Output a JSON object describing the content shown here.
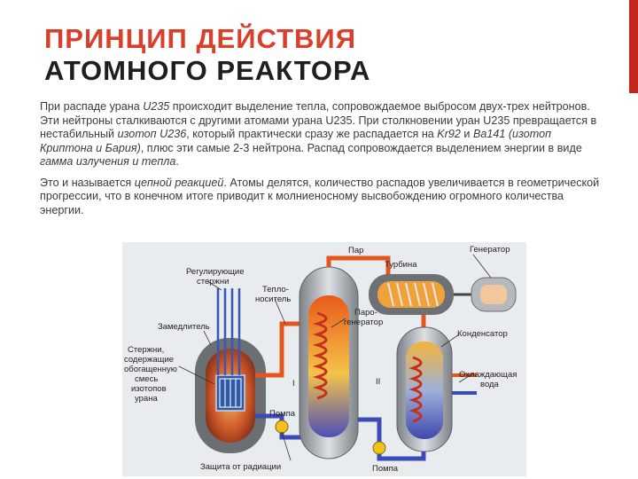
{
  "slide": {
    "title_line1": "Принцип действия",
    "title_line2": "атомного реактора",
    "accent_color": "#c3261f"
  },
  "paragraph1": {
    "s1": "При распаде урана ",
    "s2": "U235",
    "s3": " происходит выделение тепла, сопровождаемое выбросом двух-трех нейтронов. Эти нейтроны сталкиваются с другими атомами урана U235. При столкновении уран U235 превращается в нестабильный ",
    "s4": "изотоп U236",
    "s5": ", который практически сразу же распадается на ",
    "s6": "Kr92",
    "s7": " и ",
    "s8": "Ba141 (изотоп Криптона и Бария)",
    "s9": ", плюс эти самые 2-3 нейтрона. Распад сопровождается выделением энергии в виде ",
    "s10": "гамма излучения и тепла",
    "s11": "."
  },
  "paragraph2": {
    "s1": "Это и называется ",
    "s2": "цепной реакцией",
    "s3": ". Атомы делятся, количество распадов увеличивается в геометрической прогрессии, что в конечном итоге приводит к молниеносному высвобождению огромного количества энергии."
  },
  "diagram": {
    "labels": {
      "control_rods": [
        "Регулирующие",
        "стержни"
      ],
      "moderator": "Замедлитель",
      "fuel_rods": [
        "Стержни,",
        "содержащие",
        "обогащенную",
        "смесь",
        "изотопов",
        "урана"
      ],
      "coolant": [
        "Тепло-",
        "носитель"
      ],
      "steam": "Пар",
      "turbine": "Турбина",
      "generator": "Генератор",
      "steam_generator": [
        "Паро-",
        "генератор"
      ],
      "condenser": "Конденсатор",
      "cooling_water": [
        "Охлаждающая",
        "вода"
      ],
      "pump1": "Помпа",
      "pump2": "Помпа",
      "radiation_shield": "Защита от радиации",
      "circuit_1": "I",
      "circuit_2": "II"
    }
  }
}
